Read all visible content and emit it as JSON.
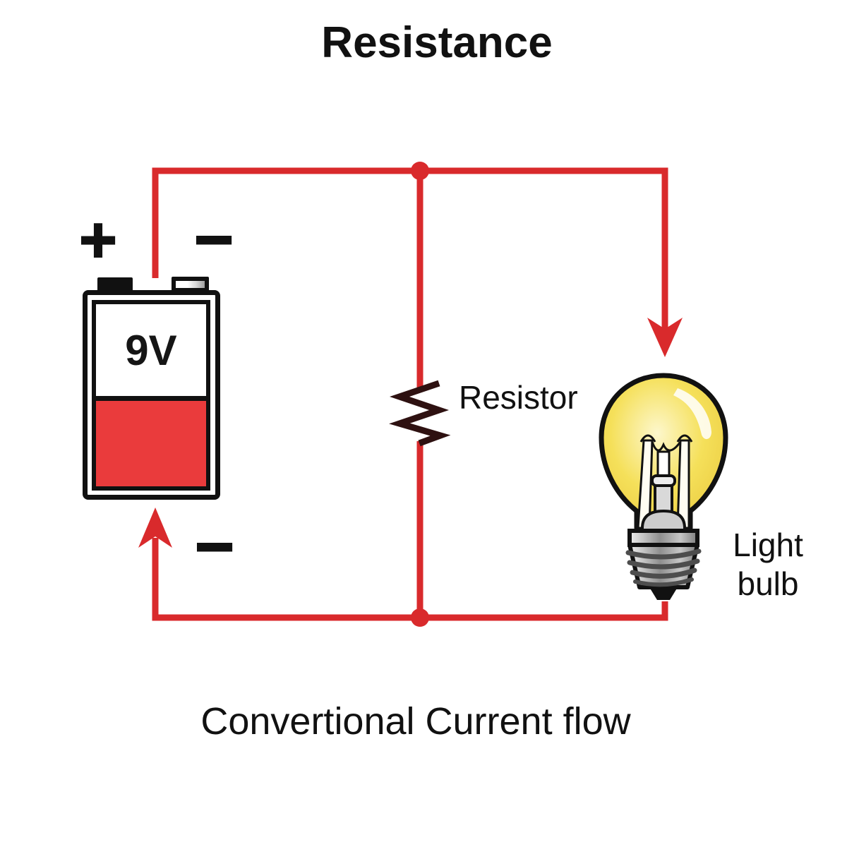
{
  "title": "Resistance",
  "caption": "Convertional Current flow",
  "battery": {
    "voltage_label": "9V",
    "positive_terminal_symbol": "+",
    "negative_terminal_symbol": "−",
    "bottom_negative_symbol": "−"
  },
  "components": {
    "resistor_label": "Resistor",
    "light_bulb_label_line1": "Light",
    "light_bulb_label_line2": "bulb"
  },
  "colors": {
    "wire": "#d92a2c",
    "battery-fill": "#ea3b3c",
    "bulb-glass": "#f5e05a",
    "resistor-symbol": "#2e1111",
    "outline": "#111111"
  }
}
